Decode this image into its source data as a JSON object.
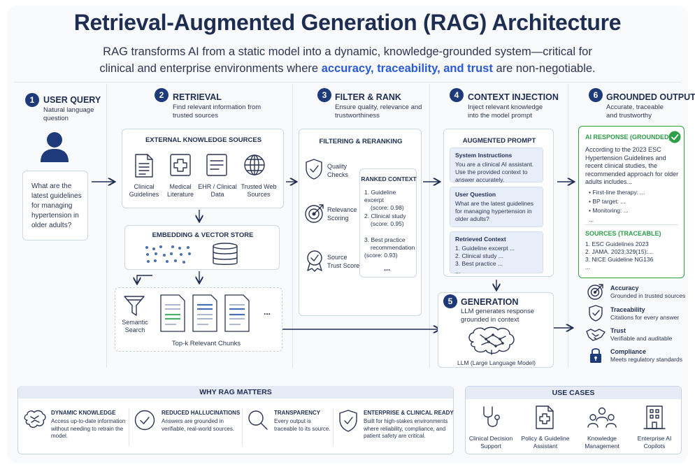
{
  "header": {
    "title": "Retrieval-Augmented Generation (RAG) Architecture",
    "subtitle_part1": "RAG transforms AI from a static model into a dynamic, knowledge-grounded system—critical for",
    "subtitle_part2": "clinical and enterprise environments where",
    "subtitle_emphasis": "accuracy, traceability, and trust",
    "subtitle_part3": "are non-negotiable."
  },
  "stages": {
    "s1": {
      "num": "1",
      "title": "USER QUERY",
      "desc": "Natural language question",
      "query": "What are the latest guidelines for managing hypertension in older adults?"
    },
    "s2": {
      "num": "2",
      "title": "RETRIEVAL",
      "desc": "Find relevant information from trusted sources",
      "sources_title": "EXTERNAL KNOWLEDGE SOURCES",
      "sources": [
        "Clinical Guidelines",
        "Medical Literature",
        "EHR / Clinical Data",
        "Trusted Web Sources"
      ],
      "embedding_title": "EMBEDDING & VECTOR STORE",
      "semantic_search": "Semantic Search",
      "chunks_label": "Top-k Relevant Chunks",
      "ellipsis": "..."
    },
    "s3": {
      "num": "3",
      "title": "FILTER & RANK",
      "desc": "Ensure quality, relevance and trustworthiness",
      "box_title": "FILTERING & RERANKING",
      "checks": [
        "Quality Checks",
        "Relevance Scoring",
        "Source Trust Score"
      ],
      "ranked_title": "RANKED CONTEXT",
      "ranked": [
        {
          "text": "1. Guideline excerpt",
          "score": "(score: 0.98)"
        },
        {
          "text": "2. Clinical study",
          "score": "(score: 0.95)"
        },
        {
          "text": "3. Best practice recommendation",
          "score": "(score: 0.93)"
        }
      ],
      "ellipsis": "..."
    },
    "s4": {
      "num": "4",
      "title": "CONTEXT INJECTION",
      "desc": "Inject relevant knowledge into the model prompt",
      "box_title": "AUGMENTED PROMPT",
      "system_title": "System Instructions",
      "system_text": "You are a clinical AI assistant. Use the provided context to answer accurately.",
      "question_title": "User Question",
      "question_text": "What are the latest guidelines for managing hypertension in older adults?",
      "retrieved_title": "Retrieved Context",
      "retrieved": [
        "1. Guideline excerpt ...",
        "2. Clinical study ...",
        "3. Best practice ...",
        "..."
      ]
    },
    "s5": {
      "num": "5",
      "title": "GENERATION",
      "desc": "LLM generates response grounded in context",
      "llm_label": "LLM (Large Language Model)"
    },
    "s6": {
      "num": "6",
      "title": "GROUNDED OUTPUT",
      "desc": "Accurate, traceable and trustworthy",
      "response_title": "AI RESPONSE (GROUNDED)",
      "response_text": "According to the 2023 ESC Hypertension Guidelines and recent clinical studies, the recommended approach for older adults includes...",
      "bullets": [
        "First-line therapy: ...",
        "BP target: ...",
        "Monitoring: ..."
      ],
      "bullets_more": "...",
      "sources_title": "SOURCES (TRACEABLE)",
      "sources": [
        "1. ESC Guidelines 2023",
        "2. JAMA. 2023;329(15):...",
        "3. NICE Guideline NG136",
        "..."
      ],
      "benefits": [
        {
          "title": "Accuracy",
          "text": "Grounded in trusted sources"
        },
        {
          "title": "Traceability",
          "text": "Citations for every answer"
        },
        {
          "title": "Trust",
          "text": "Verifiable and auditable"
        },
        {
          "title": "Compliance",
          "text": "Meets regulatory standards"
        }
      ]
    }
  },
  "why": {
    "title": "WHY RAG MATTERS",
    "items": [
      {
        "title": "DYNAMIC KNOWLEDGE",
        "text": "Access up-to-date information without needing to retrain the model."
      },
      {
        "title": "REDUCED HALLUCINATIONS",
        "text": "Answers are grounded in verifiable, real-world sources."
      },
      {
        "title": "TRANSPARENCY",
        "text": "Every output is traceable to its source."
      },
      {
        "title": "ENTERPRISE & CLINICAL READY",
        "text": "Built for high-stakes environments where reliability, compliance, and patient safety are critical."
      }
    ]
  },
  "use_cases": {
    "title": "USE CASES",
    "items": [
      "Clinical Decision Support",
      "Policy & Guideline Assistant",
      "Knowledge Management",
      "Enterprise AI Copilots"
    ]
  },
  "colors": {
    "navy": "#1f3a7a",
    "accent_blue": "#2a5bd7",
    "green": "#2e9e48",
    "panel_blue": "#e8eef9"
  }
}
